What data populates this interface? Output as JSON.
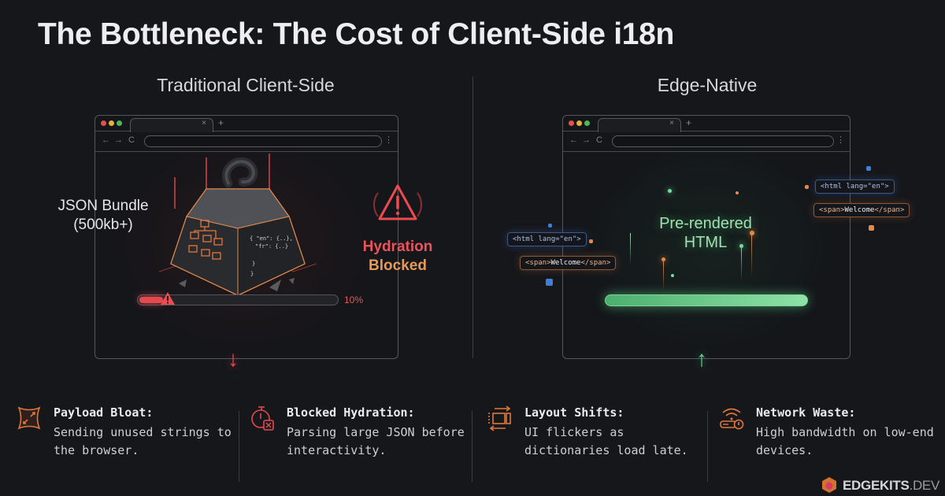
{
  "title": "The Bottleneck: The Cost of Client-Side i18n",
  "columns": {
    "left": {
      "title": "Traditional Client-Side",
      "bundle_label_line1": "JSON Bundle",
      "bundle_label_line2": "(500kb+)",
      "weight_code": [
        "{ \"en\": {...},",
        "\"fr\": {...}",
        "}",
        "}"
      ],
      "status_line1": "Hydration",
      "status_line2": "Blocked",
      "progress_percent": "10%",
      "progress_value": 10,
      "arrow": "↓",
      "accent_color": "#e5484d"
    },
    "right": {
      "title": "Edge-Native",
      "label_line1": "Pre-rendered",
      "label_line2": "HTML",
      "code_chips": [
        {
          "text_pre": "<html lang=\"en\">",
          "style": "blue"
        },
        {
          "text_pre": "<span>",
          "text_word": "Welcome",
          "text_post": "</span>",
          "style": "orange"
        },
        {
          "text_pre": "<html lang=\"en\">",
          "style": "blue"
        },
        {
          "text_pre": "<span>",
          "text_word": "Welcome",
          "text_post": "</span>",
          "style": "orange"
        }
      ],
      "progress_value": 100,
      "arrow": "↑",
      "accent_color": "#5fd38a"
    }
  },
  "browser": {
    "tab_close": "×",
    "tab_add": "+",
    "nav_back": "←",
    "nav_forward": "→",
    "nav_reload": "C",
    "menu": "⋮"
  },
  "features": [
    {
      "icon": "payload-expand-icon",
      "title": "Payload Bloat:",
      "desc": "Sending unused strings to the browser."
    },
    {
      "icon": "stopwatch-blocked-icon",
      "title": "Blocked Hydration:",
      "desc": "Parsing large JSON before interactivity."
    },
    {
      "icon": "layout-shift-icon",
      "title": "Layout Shifts:",
      "desc": "UI flickers as dictionaries load late."
    },
    {
      "icon": "network-warning-icon",
      "title": "Network Waste:",
      "desc": "High bandwidth on low-end devices."
    }
  ],
  "brand": {
    "name": "EDGEKITS",
    "suffix": ".DEV"
  }
}
